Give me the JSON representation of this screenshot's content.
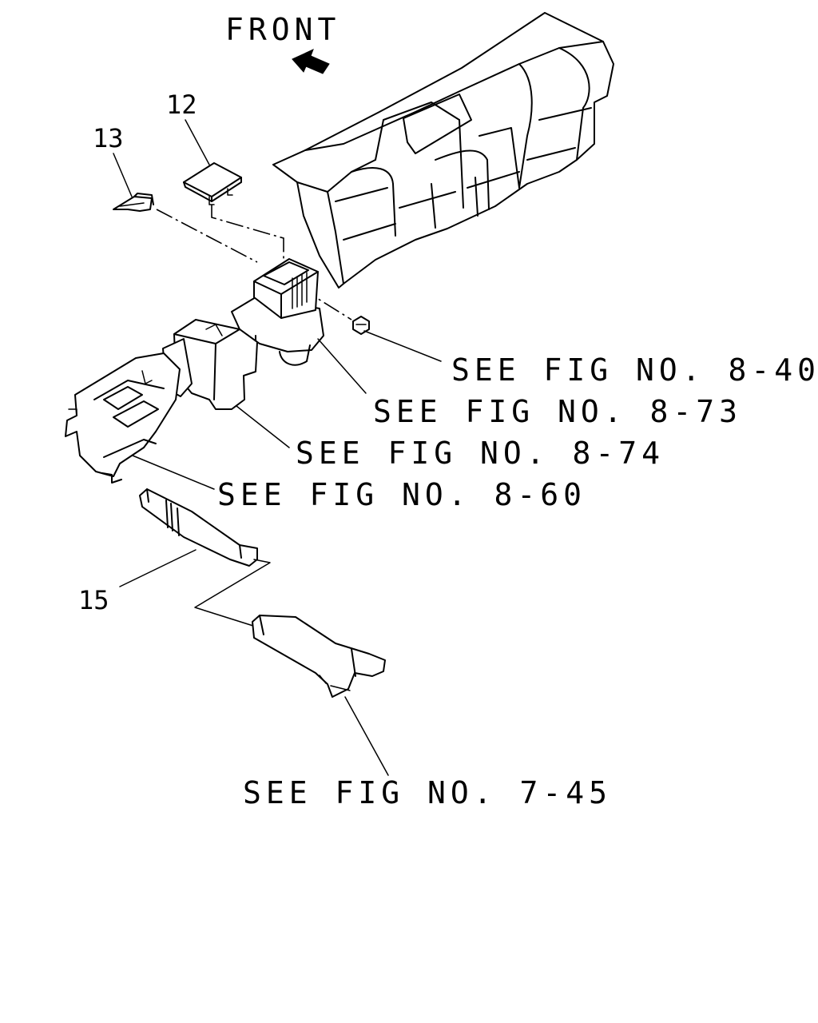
{
  "front_label": "FRONT",
  "callouts": {
    "part_12": "12",
    "part_13": "13",
    "part_15": "15"
  },
  "references": {
    "fig_8_40": "SEE FIG NO. 8-40",
    "fig_8_73": "SEE FIG NO. 8-73",
    "fig_8_74": "SEE FIG NO. 8-74",
    "fig_8_60": "SEE FIG NO. 8-60",
    "fig_7_45": "SEE FIG NO. 7-45"
  },
  "icons": {
    "direction_arrow": "front-arrow-icon"
  },
  "colors": {
    "line": "#000000",
    "background": "#ffffff"
  }
}
